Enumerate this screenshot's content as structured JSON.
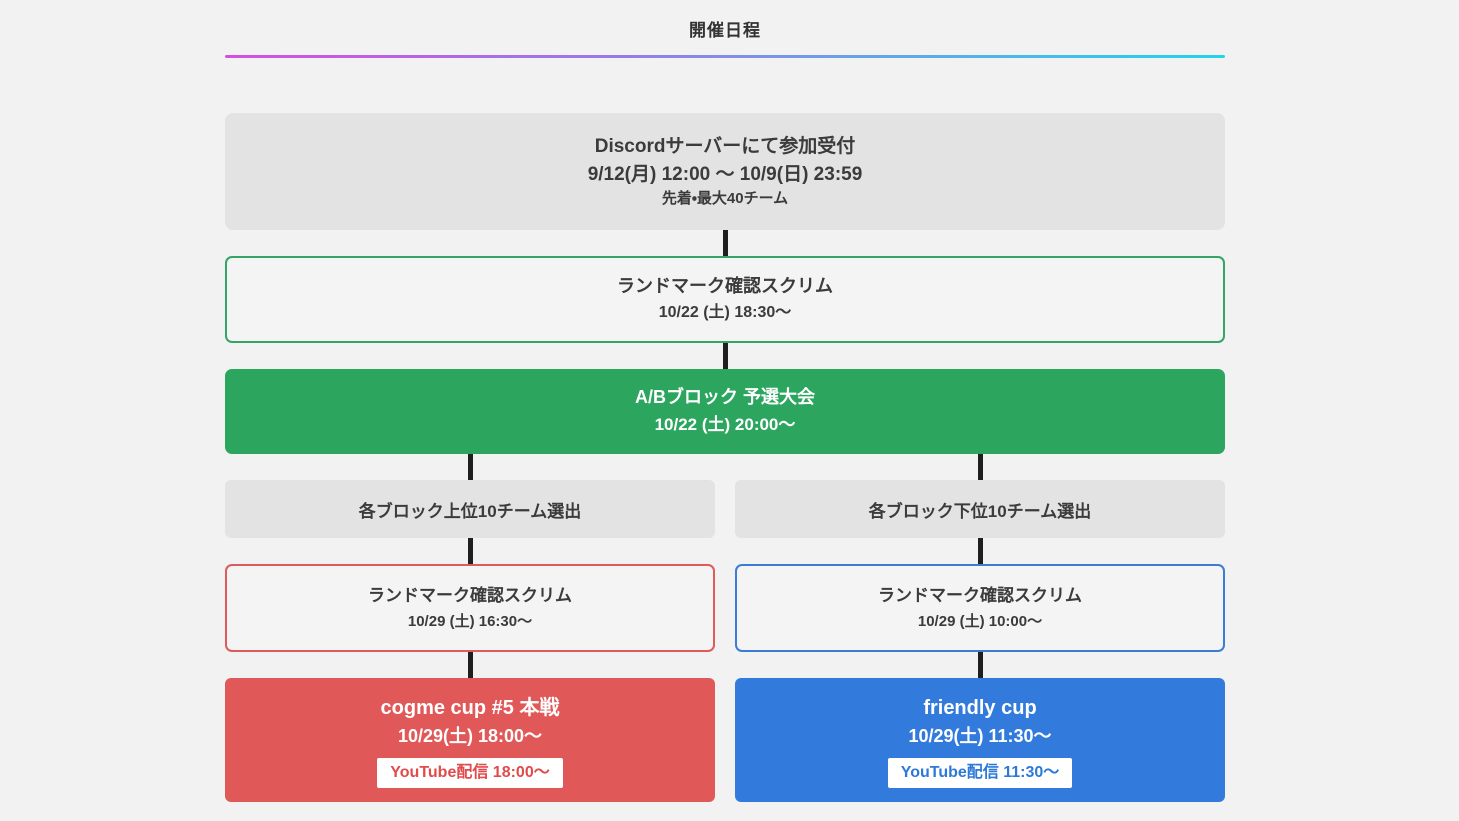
{
  "page": {
    "title": "開催日程"
  },
  "colors": {
    "background": "#f2f2f2",
    "gradient_start": "#d44fe0",
    "gradient_mid": "#8e82e8",
    "gradient_end": "#22d4ea",
    "neutral_box": "#e3e3e3",
    "text_dark": "#3b3b3b",
    "green": "#2ca55e",
    "red": "#e15858",
    "blue": "#327bdc",
    "connector": "#1f1f1f"
  },
  "flow": {
    "registration": {
      "line1": "Discordサーバーにて参加受付",
      "line2": "9/12(月) 12:00 〜 10/9(日) 23:59",
      "line3": "先着・最大40チーム"
    },
    "scrim_all": {
      "title": "ランドマーク確認スクリム",
      "date": "10/22 (土) 18:30〜"
    },
    "qualifier": {
      "title": "A/Bブロック 予選大会",
      "date": "10/22 (土) 20:00〜"
    },
    "left_branch": {
      "selection": "各ブロック上位10チーム選出",
      "scrim": {
        "title": "ランドマーク確認スクリム",
        "date": "10/29 (土) 16:30〜"
      },
      "final": {
        "title": "cogme cup #5 本戦",
        "date": "10/29(土) 18:00〜",
        "badge": "YouTube配信 18:00〜"
      }
    },
    "right_branch": {
      "selection": "各ブロック下位10チーム選出",
      "scrim": {
        "title": "ランドマーク確認スクリム",
        "date": "10/29 (土) 10:00〜"
      },
      "final": {
        "title": "friendly cup",
        "date": "10/29(土) 11:30〜",
        "badge": "YouTube配信 11:30〜"
      }
    }
  }
}
